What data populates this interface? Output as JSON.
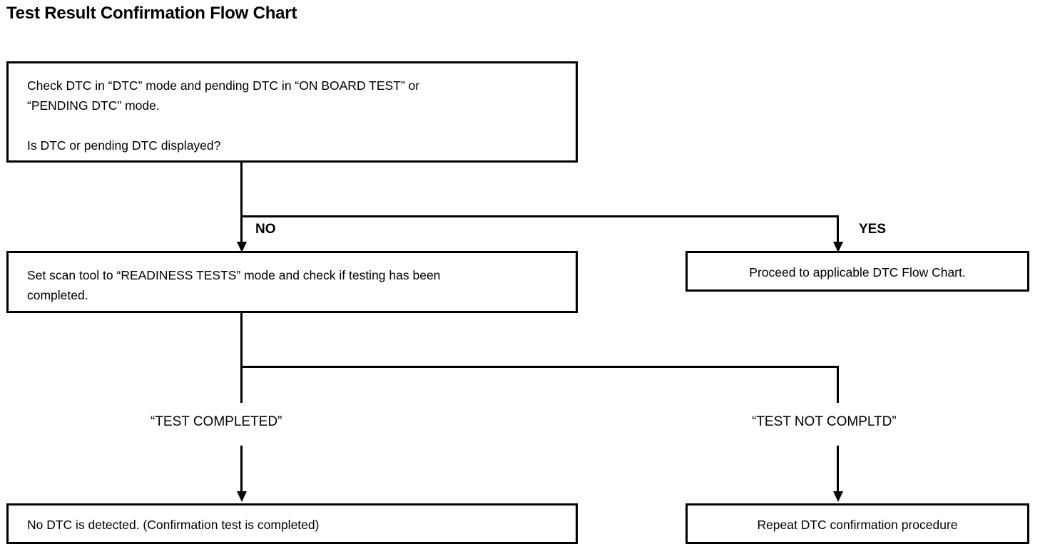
{
  "title": "Test Result Confirmation Flow Chart",
  "nodes": {
    "check_dtc": "Check DTC in “DTC” mode and pending DTC in “ON BOARD TEST” or\n“PENDING DTC” mode.\n\nIs DTC or pending DTC displayed?",
    "readiness_tests": "Set scan tool to “READINESS TESTS” mode and check if testing has been\ncompleted.",
    "proceed_flow_chart": "Proceed to applicable DTC Flow Chart.",
    "no_dtc_detected": "No DTC is detected. (Confirmation test is completed)",
    "repeat_procedure": "Repeat DTC confirmation procedure"
  },
  "branches": {
    "no": "NO",
    "yes": "YES",
    "test_completed": "“TEST COMPLETED”",
    "test_not_completed": "“TEST NOT COMPLTD”"
  },
  "colors": {
    "line": "#000000",
    "background": "#ffffff",
    "text": "#000000"
  }
}
